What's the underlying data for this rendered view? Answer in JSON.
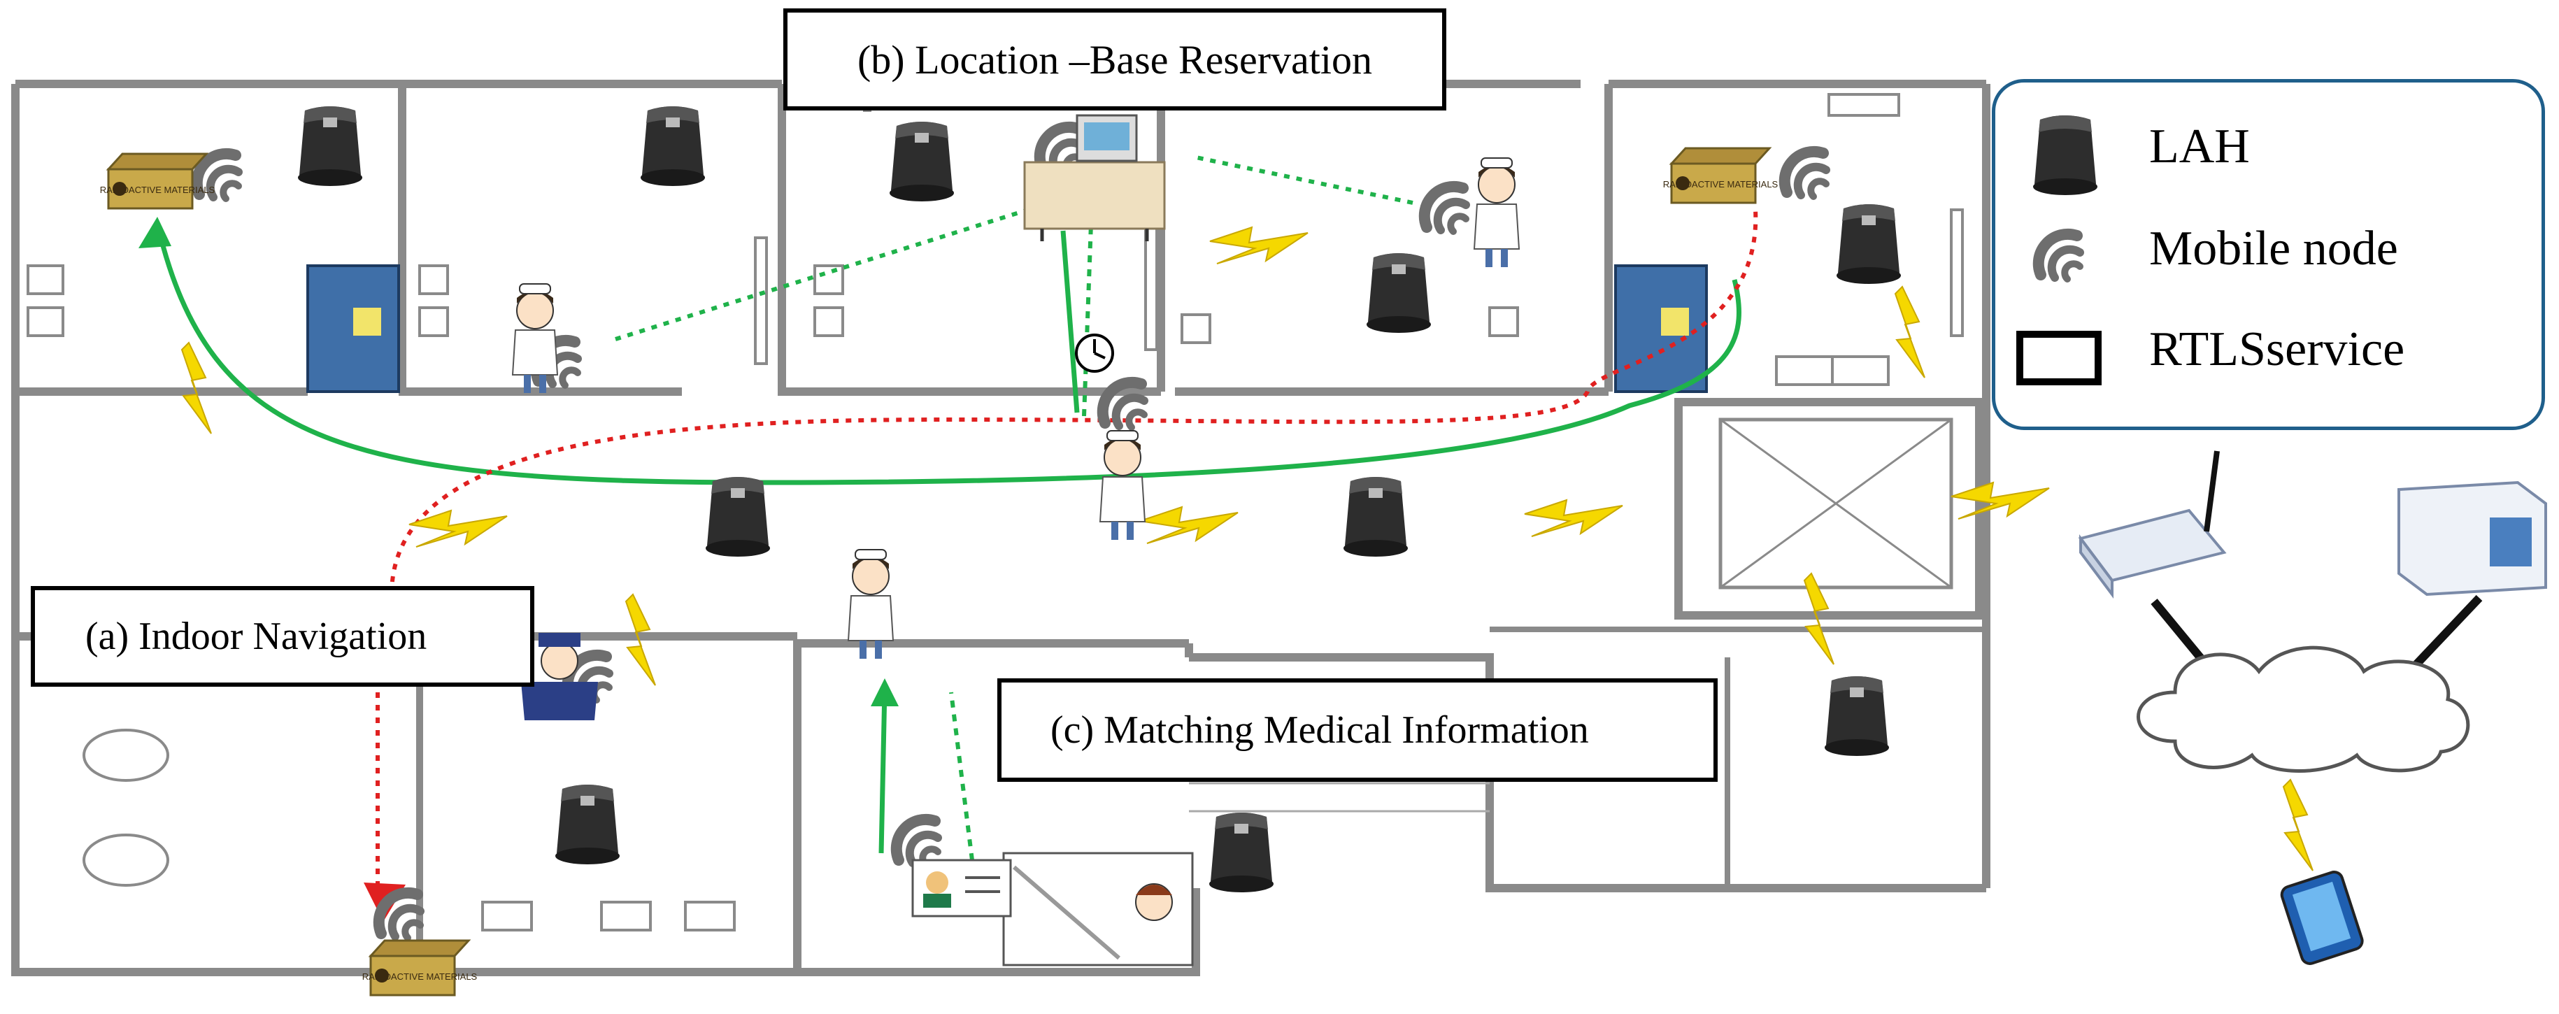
{
  "labels": {
    "navigation": "(a) Indoor Navigation",
    "reservation": "(b) Location –Base Reservation",
    "matching": "(c) Matching Medical Information"
  },
  "legend": {
    "items": [
      {
        "icon": "lah-icon",
        "label": "LAH"
      },
      {
        "icon": "mobile-node-icon",
        "label": "Mobile node"
      },
      {
        "icon": "rtls-service-icon",
        "label": "RTLSservice"
      }
    ]
  },
  "box_text": "RADIOACTIVE MATERIALS",
  "colors": {
    "wall": "#8a8a8a",
    "green_path": "#1fb24a",
    "red_path": "#e02020",
    "lightning": "#f5d800",
    "legend_border": "#1f5f8b",
    "lah": "#2d2d2d"
  }
}
